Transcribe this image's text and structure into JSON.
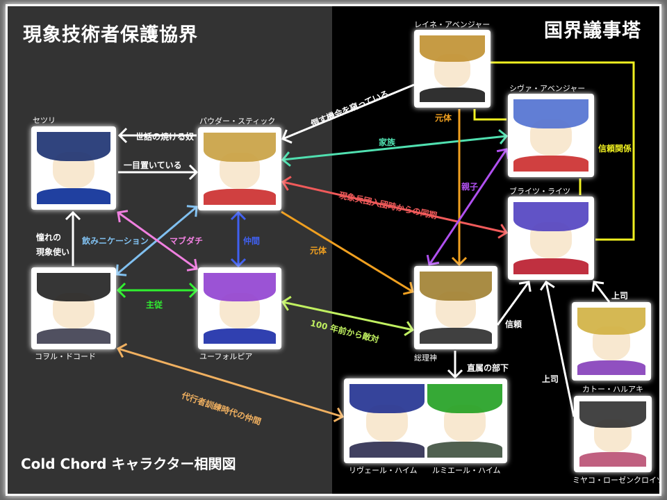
{
  "titles": {
    "left": "現象技術者保護協界",
    "right": "国界議事塔",
    "footer": "Cold Chord キャラクター相関図"
  },
  "characters": {
    "setsuri": {
      "name": "セツリ",
      "hair": "#1a3070",
      "body": "#2040a0"
    },
    "powder": {
      "name": "パウダー・スティック",
      "hair": "#c8a040",
      "body": "#d04040"
    },
    "koneru": {
      "name": "コヲル・ドコード",
      "hair": "#202020",
      "body": "#505060"
    },
    "euphor": {
      "name": "ユーフォルピア",
      "hair": "#9040d0",
      "body": "#3040b0"
    },
    "reine": {
      "name": "レイネ・アベンジャー",
      "hair": "#c09030",
      "body": "#303030"
    },
    "shiva": {
      "name": "シヴァ・アベンジャー",
      "hair": "#5070d0",
      "body": "#d04040"
    },
    "brights": {
      "name": "ブライツ・ライツ",
      "hair": "#5040c0",
      "body": "#c03040"
    },
    "sourishin": {
      "name": "総理神",
      "hair": "#a08030",
      "body": "#404040"
    },
    "riveel": {
      "name": "リヴェール・ハイム",
      "hair": "#203090",
      "body": "#404060"
    },
    "lumiere": {
      "name": "ルミエール・ハイム",
      "hair": "#20a020",
      "body": "#506050"
    },
    "kato": {
      "name": "カトー・ハルアキ",
      "hair": "#d0b040",
      "body": "#9050c0"
    },
    "miyako": {
      "name": "ミヤコ・ローゼンクロイツ",
      "hair": "#303030",
      "body": "#c06080"
    }
  },
  "relations": {
    "sewa": "世話の焼ける奴",
    "ichimoku": "一目置いている",
    "akogare1": "憧れの",
    "akogare2": "現象使い",
    "nomi": "飲みニケーション",
    "mabu": "マブダチ",
    "nakama": "仲間",
    "shuju": "主従",
    "dairi": "代行者訓練時代の仲間",
    "taosu": "倒す機会を窺っている",
    "kazoku": "家族",
    "douki": "現象兵団入団時からの同期",
    "gentai1": "元体",
    "gentai2": "元体",
    "oyako": "親子",
    "tekitai": "100 年前から敵対",
    "shinrai_kankei": "信頼関係",
    "shinrai": "信頼",
    "buka": "直属の部下",
    "joushi1": "上司",
    "joushi2": "上司"
  },
  "colors": {
    "white": "#ffffff",
    "teal": "#50e0b0",
    "red": "#f05a5a",
    "orange": "#f0a020",
    "purple": "#b050f0",
    "blue": "#4060f0",
    "lightblue": "#80c0f0",
    "pink": "#f080e0",
    "green": "#30f030",
    "yellowgreen": "#c0f060",
    "peach": "#f0b060",
    "yellow": "#f0f020"
  }
}
